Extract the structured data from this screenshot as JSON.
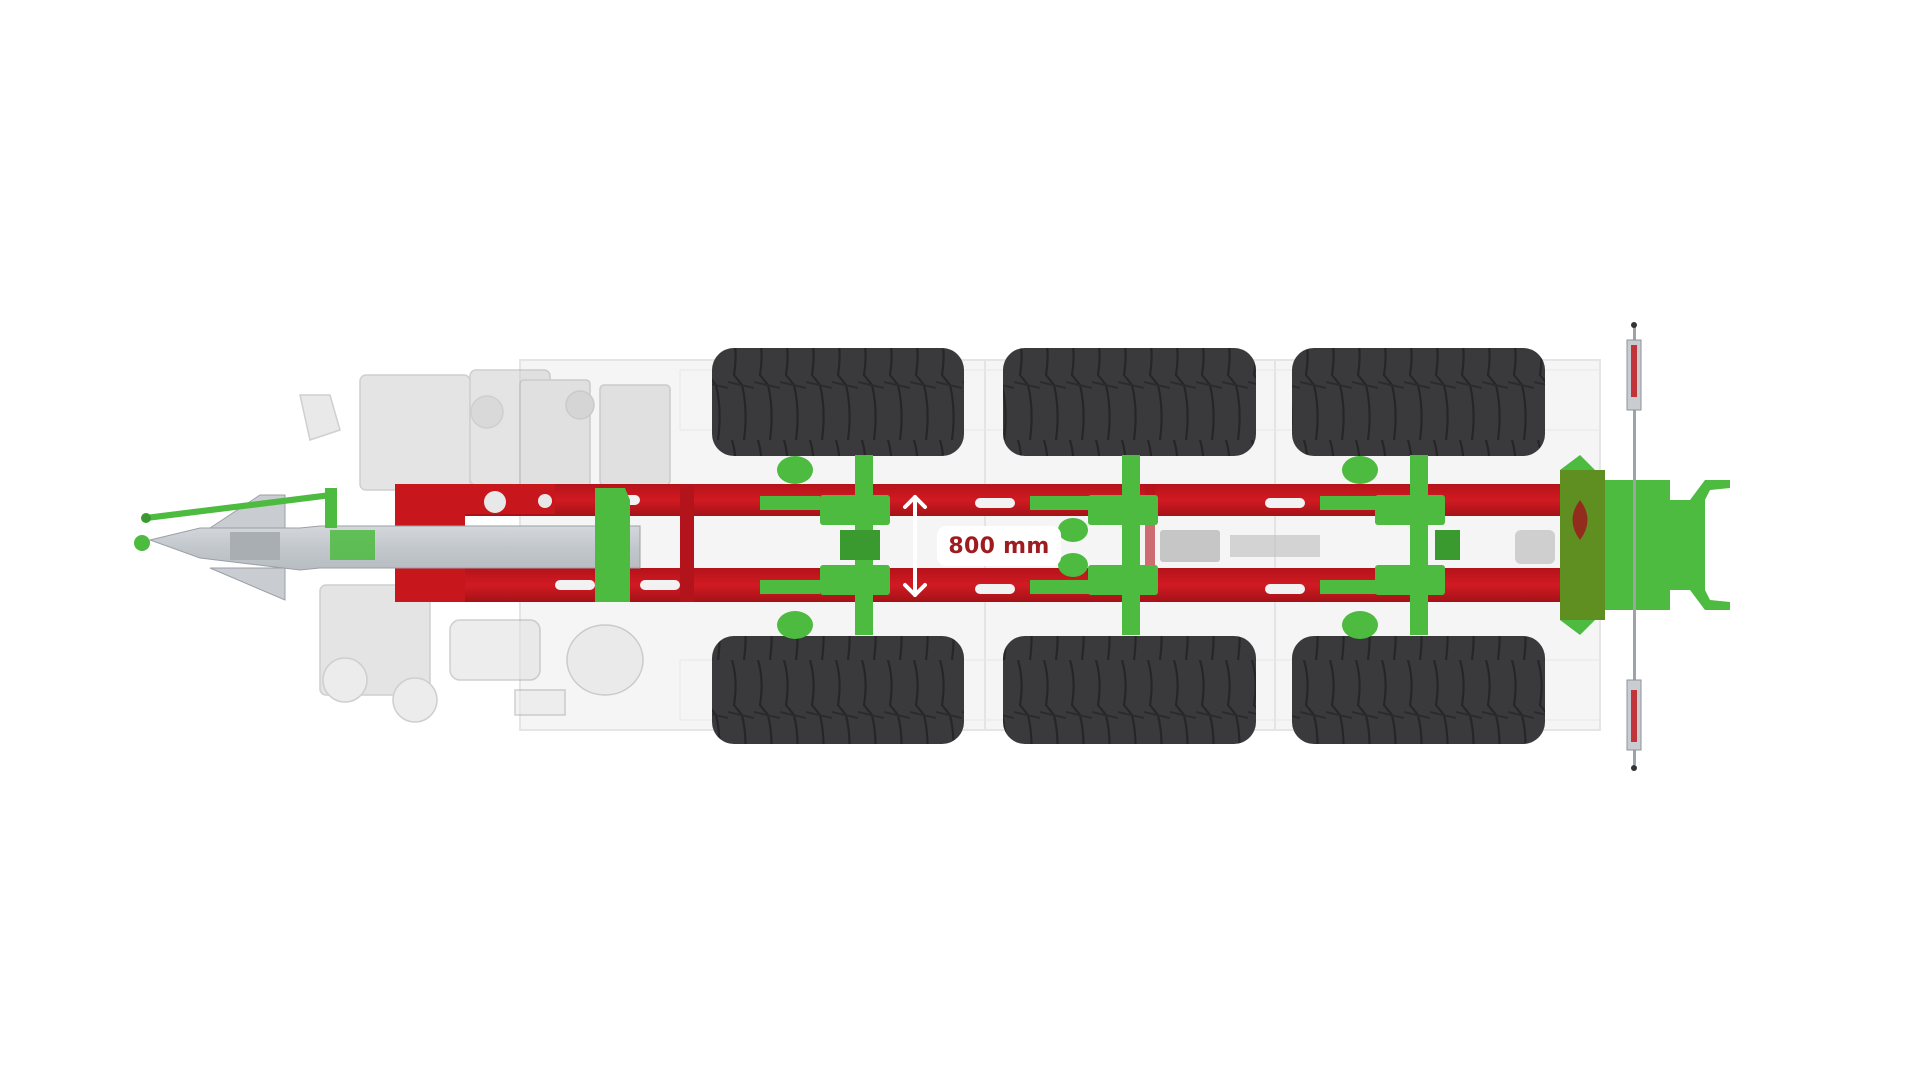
{
  "image": {
    "subject": "Trailer chassis top view",
    "description": "Top-down 3D render of a tri-axle tanker trailer chassis with red frame rails, green axles and hitch components, grey drawbar, and six flotation tires; tank and pump components shown semi-transparent."
  },
  "annotation": {
    "dimension_label": "800 mm",
    "arrow_icon": "double-headed-vertical-arrow"
  },
  "colors": {
    "background": "#ffffff",
    "frame_red": "#c8161d",
    "frame_red_dark": "#a31218",
    "component_green": "#4cbb3f",
    "component_green_dark": "#3a9a30",
    "drawbar_grey": "#c9cdd1",
    "tire_dark": "#3a3a3c",
    "ghost_grey": "#d9d9d9",
    "label_text": "#9e1b1f"
  },
  "components": {
    "tires": [
      {
        "position": "front-axle-left"
      },
      {
        "position": "middle-axle-left"
      },
      {
        "position": "rear-axle-left"
      },
      {
        "position": "front-axle-right"
      },
      {
        "position": "middle-axle-right"
      },
      {
        "position": "rear-axle-right"
      }
    ],
    "axles": 3
  }
}
